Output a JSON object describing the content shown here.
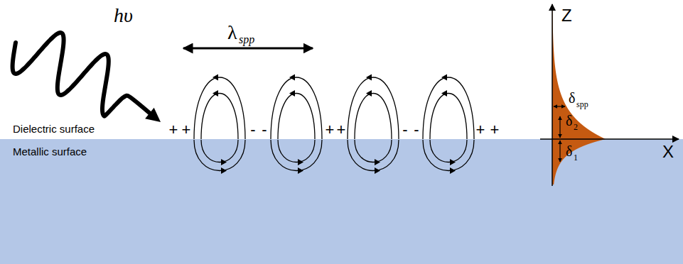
{
  "diagram": {
    "labels": [
      "hυ",
      "λ",
      "spp",
      "Dielectric surface",
      "Metallic surface",
      "+",
      "+",
      "-",
      "-",
      "+",
      "+",
      "-",
      "-",
      "+",
      "+",
      "Z",
      "X",
      "δ",
      "spp",
      "δ",
      "2",
      "δ",
      "1"
    ]
  }
}
